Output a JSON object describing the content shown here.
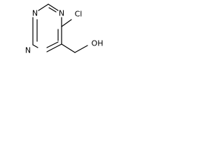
{
  "structure": {
    "atoms": {
      "n1": "N",
      "n3": "N",
      "cl": "Cl",
      "oh": "OH"
    },
    "colors": {
      "line": "#000000",
      "text": "#000000",
      "background": "#ffffff"
    }
  }
}
